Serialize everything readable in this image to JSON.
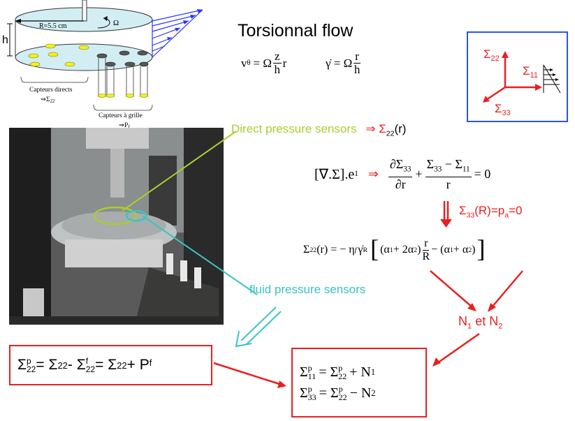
{
  "title": "Torsionnal flow",
  "diagram": {
    "radius_label": "R=5.5 cm",
    "omega": "Ω",
    "height_label": "h",
    "direct_caption_1": "Capteurs directs",
    "direct_caption_2": "⇒Σ",
    "direct_caption_2_sub": "22",
    "grid_caption_1": "Capteurs à grille",
    "grid_caption_2": "⇒P",
    "grid_caption_2_sub": "f"
  },
  "formulas": {
    "v_lhs": "v",
    "v_lhs_sub": "θ",
    "v_eq": "= Ω",
    "v_num": "z",
    "v_den": "h",
    "v_tail": "r",
    "gamma_lhs": "γ̇ = Ω",
    "gamma_num": "r",
    "gamma_den": "h"
  },
  "axes_box": {
    "s22": "Σ",
    "s22_sub": "22",
    "s11": "Σ",
    "s11_sub": "11",
    "s33": "Σ",
    "s33_sub": "33"
  },
  "labels": {
    "direct_sensors": "Direct pressure sensors",
    "direct_sensors_arrow": "⇒ Σ",
    "direct_sensors_sub": "22",
    "direct_sensors_tail": "(r)",
    "fluid_sensors": "fluid pressure sensors",
    "boundary_lhs": "Σ",
    "boundary_sub": "33",
    "boundary_rhs": "(R)=p",
    "boundary_sub2": "a",
    "boundary_tail": "=0",
    "n1": "N",
    "n1_sub": "1",
    "et": " et ",
    "n2": "N",
    "n2_sub": "2"
  },
  "equations": {
    "divergence_lhs": "[∇.Σ].e",
    "divergence_sub": "1",
    "implies": "⇒",
    "d_num": "∂Σ",
    "d_num_sub": "33",
    "d_den": "∂r",
    "plus": "+",
    "frac2_num": "Σ",
    "frac2_num_sub1": "33",
    "frac2_minus": " − Σ",
    "frac2_num_sub2": "11",
    "frac2_den": "r",
    "eq_zero": "= 0",
    "s22_lhs": "Σ",
    "s22_lhs_sub": "22",
    "s22_lhs_tail": "(r) = − η",
    "s22_eta_sub": "f",
    "s22_gamma": "γ̇",
    "s22_gamma_sub": "R",
    "s22_inner1": "(α",
    "s22_inner1_sub": "1",
    "s22_inner2": " + 2α",
    "s22_inner2_sub": "2",
    "s22_inner3": ")",
    "s22_frac_num": "r",
    "s22_frac_den": "R",
    "s22_inner4": " − (α",
    "s22_inner4_sub": "1",
    "s22_inner5": " + α",
    "s22_inner5_sub": "2",
    "s22_inner6": ")"
  },
  "box_left": {
    "a": "Σ",
    "a_sup": "p",
    "a_sub": "22",
    "b": " = Σ",
    "b_sub": "22",
    "c": " - Σ",
    "c_sup": "f",
    "c_sub": "22",
    "d": " = Σ",
    "d_sub": "22",
    "e": " + P",
    "e_sup": "f"
  },
  "box_right": {
    "l1a": "Σ",
    "l1a_sup": "p",
    "l1a_sub": "11",
    "l1b": " = Σ",
    "l1b_sup": "p",
    "l1b_sub": "22",
    "l1c": " + N",
    "l1c_sub": "1",
    "l2a": "Σ",
    "l2a_sup": "p",
    "l2a_sub": "33",
    "l2b": " = Σ",
    "l2b_sup": "p",
    "l2b_sub": "22",
    "l2c": " − N",
    "l2c_sub": "2"
  },
  "colors": {
    "red": "#e8201f",
    "green": "#a6cf2e",
    "cyan": "#39c4c4",
    "blue": "#2a52ff",
    "diagram_blue": "#2b33ff",
    "yellow": "#f3f01e"
  }
}
